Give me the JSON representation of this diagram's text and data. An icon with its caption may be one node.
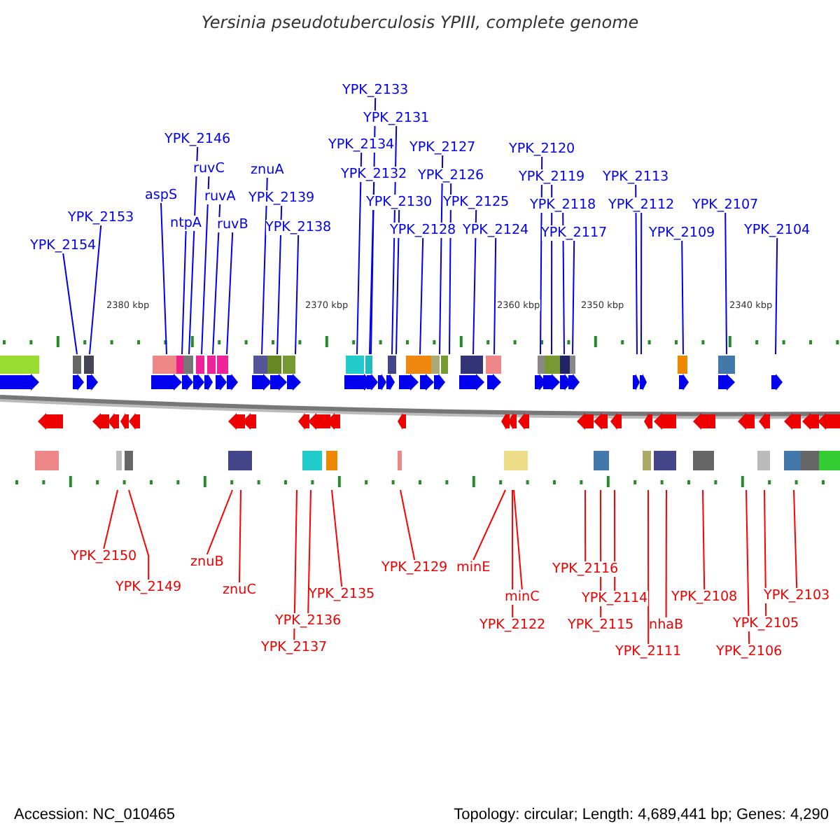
{
  "diagram": {
    "title": "Yersinia pseudotuberculosis YPIII, complete genome",
    "nodes": [
      {
        "text": [
          "YPK_2154"
        ]
      },
      {
        "text": [
          "YPK_2153"
        ]
      },
      {
        "text": [
          "aspS"
        ]
      },
      {
        "text": [
          "ntpA"
        ]
      },
      {
        "text": [
          "YPK_2146"
        ]
      },
      {
        "text": [
          "ruvC"
        ]
      },
      {
        "text": [
          "ruvA"
        ]
      },
      {
        "text": [
          "ruvB"
        ]
      },
      {
        "text": [
          "znuA"
        ]
      },
      {
        "text": [
          "YPK_2139"
        ]
      },
      {
        "text": [
          "YPK_2138"
        ]
      },
      {
        "text": [
          "YPK_2134"
        ]
      },
      {
        "text": [
          "YPK_2132"
        ]
      },
      {
        "text": [
          "YPK_2133"
        ]
      },
      {
        "text": [
          "YPK_2131"
        ]
      },
      {
        "text": [
          "YPK_2130"
        ]
      },
      {
        "text": [
          "YPK_2128"
        ]
      },
      {
        "text": [
          "YPK_2127"
        ]
      },
      {
        "text": [
          "YPK_2126"
        ]
      },
      {
        "text": [
          "YPK_2125"
        ]
      },
      {
        "text": [
          "YPK_2124"
        ]
      },
      {
        "text": [
          "YPK_2120"
        ]
      },
      {
        "text": [
          "YPK_2119"
        ]
      },
      {
        "text": [
          "YPK_2118"
        ]
      },
      {
        "text": [
          "YPK_2117"
        ]
      },
      {
        "text": [
          "YPK_2113"
        ]
      },
      {
        "text": [
          "YPK_2112"
        ]
      },
      {
        "text": [
          "YPK_2109"
        ]
      },
      {
        "text": [
          "YPK_2107"
        ]
      },
      {
        "text": [
          "YPK_2104"
        ]
      },
      {
        "text": [
          "YPK_2150"
        ]
      },
      {
        "text": [
          "YPK_2149"
        ]
      },
      {
        "text": [
          "znuB"
        ]
      },
      {
        "text": [
          "znuC"
        ]
      },
      {
        "text": [
          "YPK_2137"
        ]
      },
      {
        "text": [
          "YPK_2136"
        ]
      },
      {
        "text": [
          "YPK_2135"
        ]
      },
      {
        "text": [
          "YPK_2129"
        ]
      },
      {
        "text": [
          "minE"
        ]
      },
      {
        "text": [
          "YPK_2122"
        ]
      },
      {
        "text": [
          "minC"
        ]
      },
      {
        "text": [
          "YPK_2116"
        ]
      },
      {
        "text": [
          "YPK_2115"
        ]
      },
      {
        "text": [
          "YPK_2114"
        ]
      },
      {
        "text": [
          "YPK_2111"
        ]
      },
      {
        "text": [
          "nhaB"
        ]
      },
      {
        "text": [
          "YPK_2108"
        ]
      },
      {
        "text": [
          "YPK_2106"
        ]
      },
      {
        "text": [
          "YPK_2105"
        ]
      },
      {
        "text": [
          "YPK_2103"
        ]
      }
    ],
    "edges": [
      {
        "from": 0,
        "to": null,
        "arrow": "none"
      },
      {
        "from": 1,
        "to": null,
        "arrow": "none"
      },
      {
        "from": 2,
        "to": null,
        "arrow": "none"
      },
      {
        "from": 3,
        "to": null,
        "arrow": "none"
      },
      {
        "from": 4,
        "to": null,
        "arrow": "none"
      },
      {
        "from": 5,
        "to": null,
        "arrow": "none"
      },
      {
        "from": 6,
        "to": null,
        "arrow": "none"
      },
      {
        "from": 7,
        "to": null,
        "arrow": "none"
      },
      {
        "from": 8,
        "to": null,
        "arrow": "none"
      },
      {
        "from": 9,
        "to": null,
        "arrow": "none"
      },
      {
        "from": 10,
        "to": null,
        "arrow": "none"
      },
      {
        "from": 11,
        "to": null,
        "arrow": "none"
      },
      {
        "from": 12,
        "to": null,
        "arrow": "none"
      },
      {
        "from": 13,
        "to": null,
        "arrow": "none"
      },
      {
        "from": 14,
        "to": null,
        "arrow": "none"
      },
      {
        "from": 15,
        "to": null,
        "arrow": "none"
      },
      {
        "from": 16,
        "to": null,
        "arrow": "none"
      },
      {
        "from": 17,
        "to": null,
        "arrow": "none"
      },
      {
        "from": 18,
        "to": null,
        "arrow": "none"
      },
      {
        "from": 19,
        "to": null,
        "arrow": "none"
      },
      {
        "from": 20,
        "to": null,
        "arrow": "none"
      },
      {
        "from": 21,
        "to": null,
        "arrow": "none"
      },
      {
        "from": 22,
        "to": null,
        "arrow": "none"
      },
      {
        "from": 23,
        "to": null,
        "arrow": "none"
      },
      {
        "from": 24,
        "to": null,
        "arrow": "none"
      },
      {
        "from": 25,
        "to": null,
        "arrow": "none"
      },
      {
        "from": 26,
        "to": null,
        "arrow": "none"
      },
      {
        "from": 27,
        "to": null,
        "arrow": "none"
      },
      {
        "from": 28,
        "to": null,
        "arrow": "none"
      },
      {
        "from": 29,
        "to": null,
        "arrow": "none"
      },
      {
        "from": 30,
        "to": null,
        "arrow": "none",
        "color": "#ff0000"
      },
      {
        "from": 31,
        "to": null,
        "arrow": "none",
        "color": "#ff0000"
      },
      {
        "from": 32,
        "to": null,
        "arrow": "none",
        "color": "#ff0000"
      },
      {
        "from": 33,
        "to": null,
        "arrow": "none",
        "color": "#ff0000"
      },
      {
        "from": 34,
        "to": null,
        "arrow": "none",
        "color": "#ff0000"
      },
      {
        "from": 35,
        "to": null,
        "arrow": "none",
        "color": "#ff0000"
      },
      {
        "from": 36,
        "to": null,
        "arrow": "none",
        "color": "#ff0000"
      },
      {
        "from": 37,
        "to": null,
        "arrow": "none",
        "color": "#ff0000"
      },
      {
        "from": 38,
        "to": null,
        "arrow": "none",
        "color": "#ff0000"
      },
      {
        "from": 39,
        "to": null,
        "arrow": "none",
        "color": "#ff0000"
      },
      {
        "from": 40,
        "to": null,
        "arrow": "none",
        "color": "#ff0000"
      },
      {
        "from": 41,
        "to": null,
        "arrow": "none",
        "color": "#ff0000"
      },
      {
        "from": 42,
        "to": null,
        "arrow": "none",
        "color": "#ff0000"
      },
      {
        "from": 43,
        "to": null,
        "arrow": "none",
        "color": "#ff0000"
      },
      {
        "from": 44,
        "to": null,
        "arrow": "none",
        "color": "#ff0000"
      },
      {
        "from": 45,
        "to": null,
        "arrow": "none",
        "color": "#ff0000"
      },
      {
        "from": 46,
        "to": null,
        "arrow": "none",
        "color": "#ff0000"
      },
      {
        "from": 47,
        "to": null,
        "arrow": "none",
        "color": "#ff0000"
      },
      {
        "from": 48,
        "to": null,
        "arrow": "none",
        "color": "#ff0000"
      },
      {
        "from": 49,
        "to": null,
        "arrow": "none",
        "color": "#ff0000"
      }
    ],
    "labels": [
      "2380 kbp",
      "2370 kbp",
      "2360 kbp",
      "2350 kbp",
      "2340 kbp",
      "Accession: NC_010465",
      "Topology: circular; Length: 4,689,441 bp; Genes: 4,290"
    ]
  }
}
